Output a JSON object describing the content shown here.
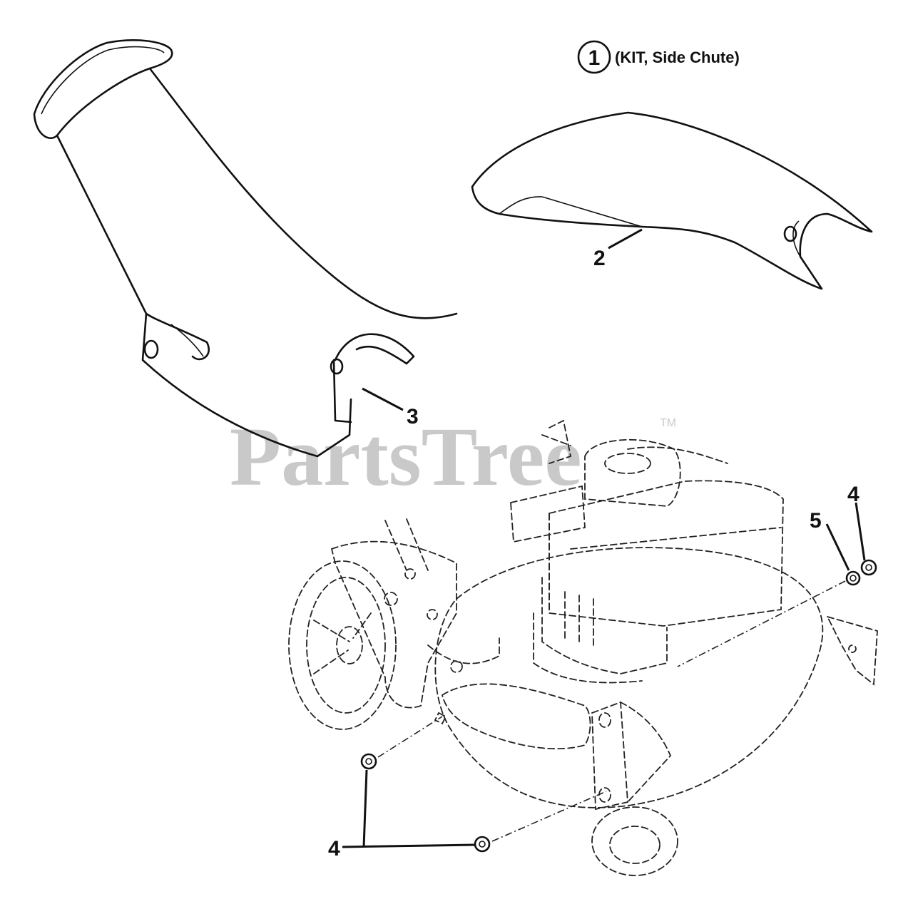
{
  "diagram": {
    "kit_callout": {
      "number": "1",
      "label": "(KIT, Side Chute)"
    },
    "callouts": {
      "part_2": "2",
      "part_3": "3",
      "part_4_right": "4",
      "part_5": "5",
      "part_4_bottom": "4"
    },
    "watermark": {
      "text": "PartsTree",
      "trademark": "TM"
    }
  }
}
